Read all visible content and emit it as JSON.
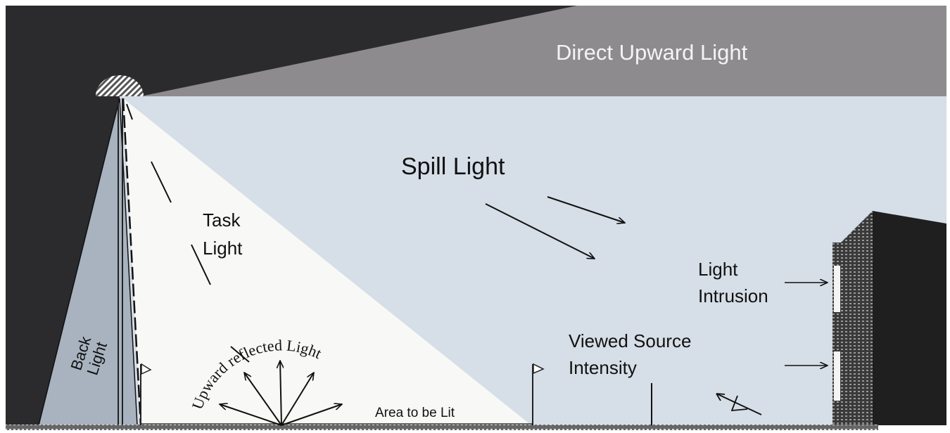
{
  "labels": {
    "direct_upward_light": "Direct Upward Light",
    "spill_light": "Spill Light",
    "task_light_line1": "Task",
    "task_light_line2": "Light",
    "back_light_line1": "Back",
    "back_light_line2": "Light",
    "light_intrusion_line1": "Light",
    "light_intrusion_line2": "Intrusion",
    "viewed_source_line1": "Viewed Source",
    "viewed_source_line2": "Intensity",
    "area_to_be_lit": "Area to be Lit",
    "upward": "Upward",
    "reflected_light": "reflected Light"
  },
  "colors": {
    "sky": "#2b2a2d",
    "direct_upward": "#8e8b8f",
    "spill": "#d6dee7",
    "task": "#f8f8f6",
    "back": "#a8b3bf",
    "building_dark": "#1f1f20"
  }
}
